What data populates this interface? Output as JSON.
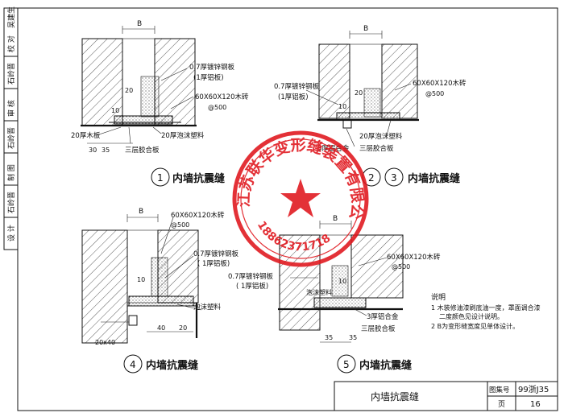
{
  "side_strip": {
    "labels": [
      "设 计",
      "石岭晋",
      "制 图",
      "石岭晋",
      "审 核",
      "石岭晋",
      "校 对",
      "吴建生"
    ]
  },
  "dims": {
    "b": "B",
    "d20": "20",
    "d10": "10",
    "d30": "30",
    "d35": "35",
    "d40": "40",
    "d20x40": "20x40"
  },
  "materials": {
    "steel_plate": "0.7厚镀锌钢板",
    "alu_plate": "(1厚铝板)",
    "alu_plate_b": "(1厚铝板)",
    "alu_plate_c": "( 1厚铝板)",
    "wood_brick": "60X60X120木砖",
    "at500": "@500",
    "wood_board": "20厚木板",
    "foam20": "20厚泡沫塑料",
    "plywood": "三层胶合板",
    "alloy": "3厚铝合金",
    "foam": "泡沫塑料"
  },
  "details": [
    {
      "num": "1",
      "title": "内墙抗震缝"
    },
    {
      "num": "2",
      "num2": "3",
      "title": "内墙抗震缝"
    },
    {
      "num": "4",
      "title": "内墙抗震缝"
    },
    {
      "num": "5",
      "title": "内墙抗震缝"
    }
  ],
  "notes": {
    "heading": "说明",
    "line1": "1  木装修油漆刷底油一度，罩面调合漆",
    "line2": "二度颜色见设计说明。",
    "line3": "2  B为变形缝宽度见单体设计。"
  },
  "stamp": {
    "text": "江苏联华变形缝装置有限公司",
    "phone": "18862371718"
  },
  "title_block": {
    "title": "内墙抗震缝",
    "atlas_label": "图集号",
    "atlas_value": "99浙J35",
    "page_label": "页",
    "page_value": "16"
  }
}
